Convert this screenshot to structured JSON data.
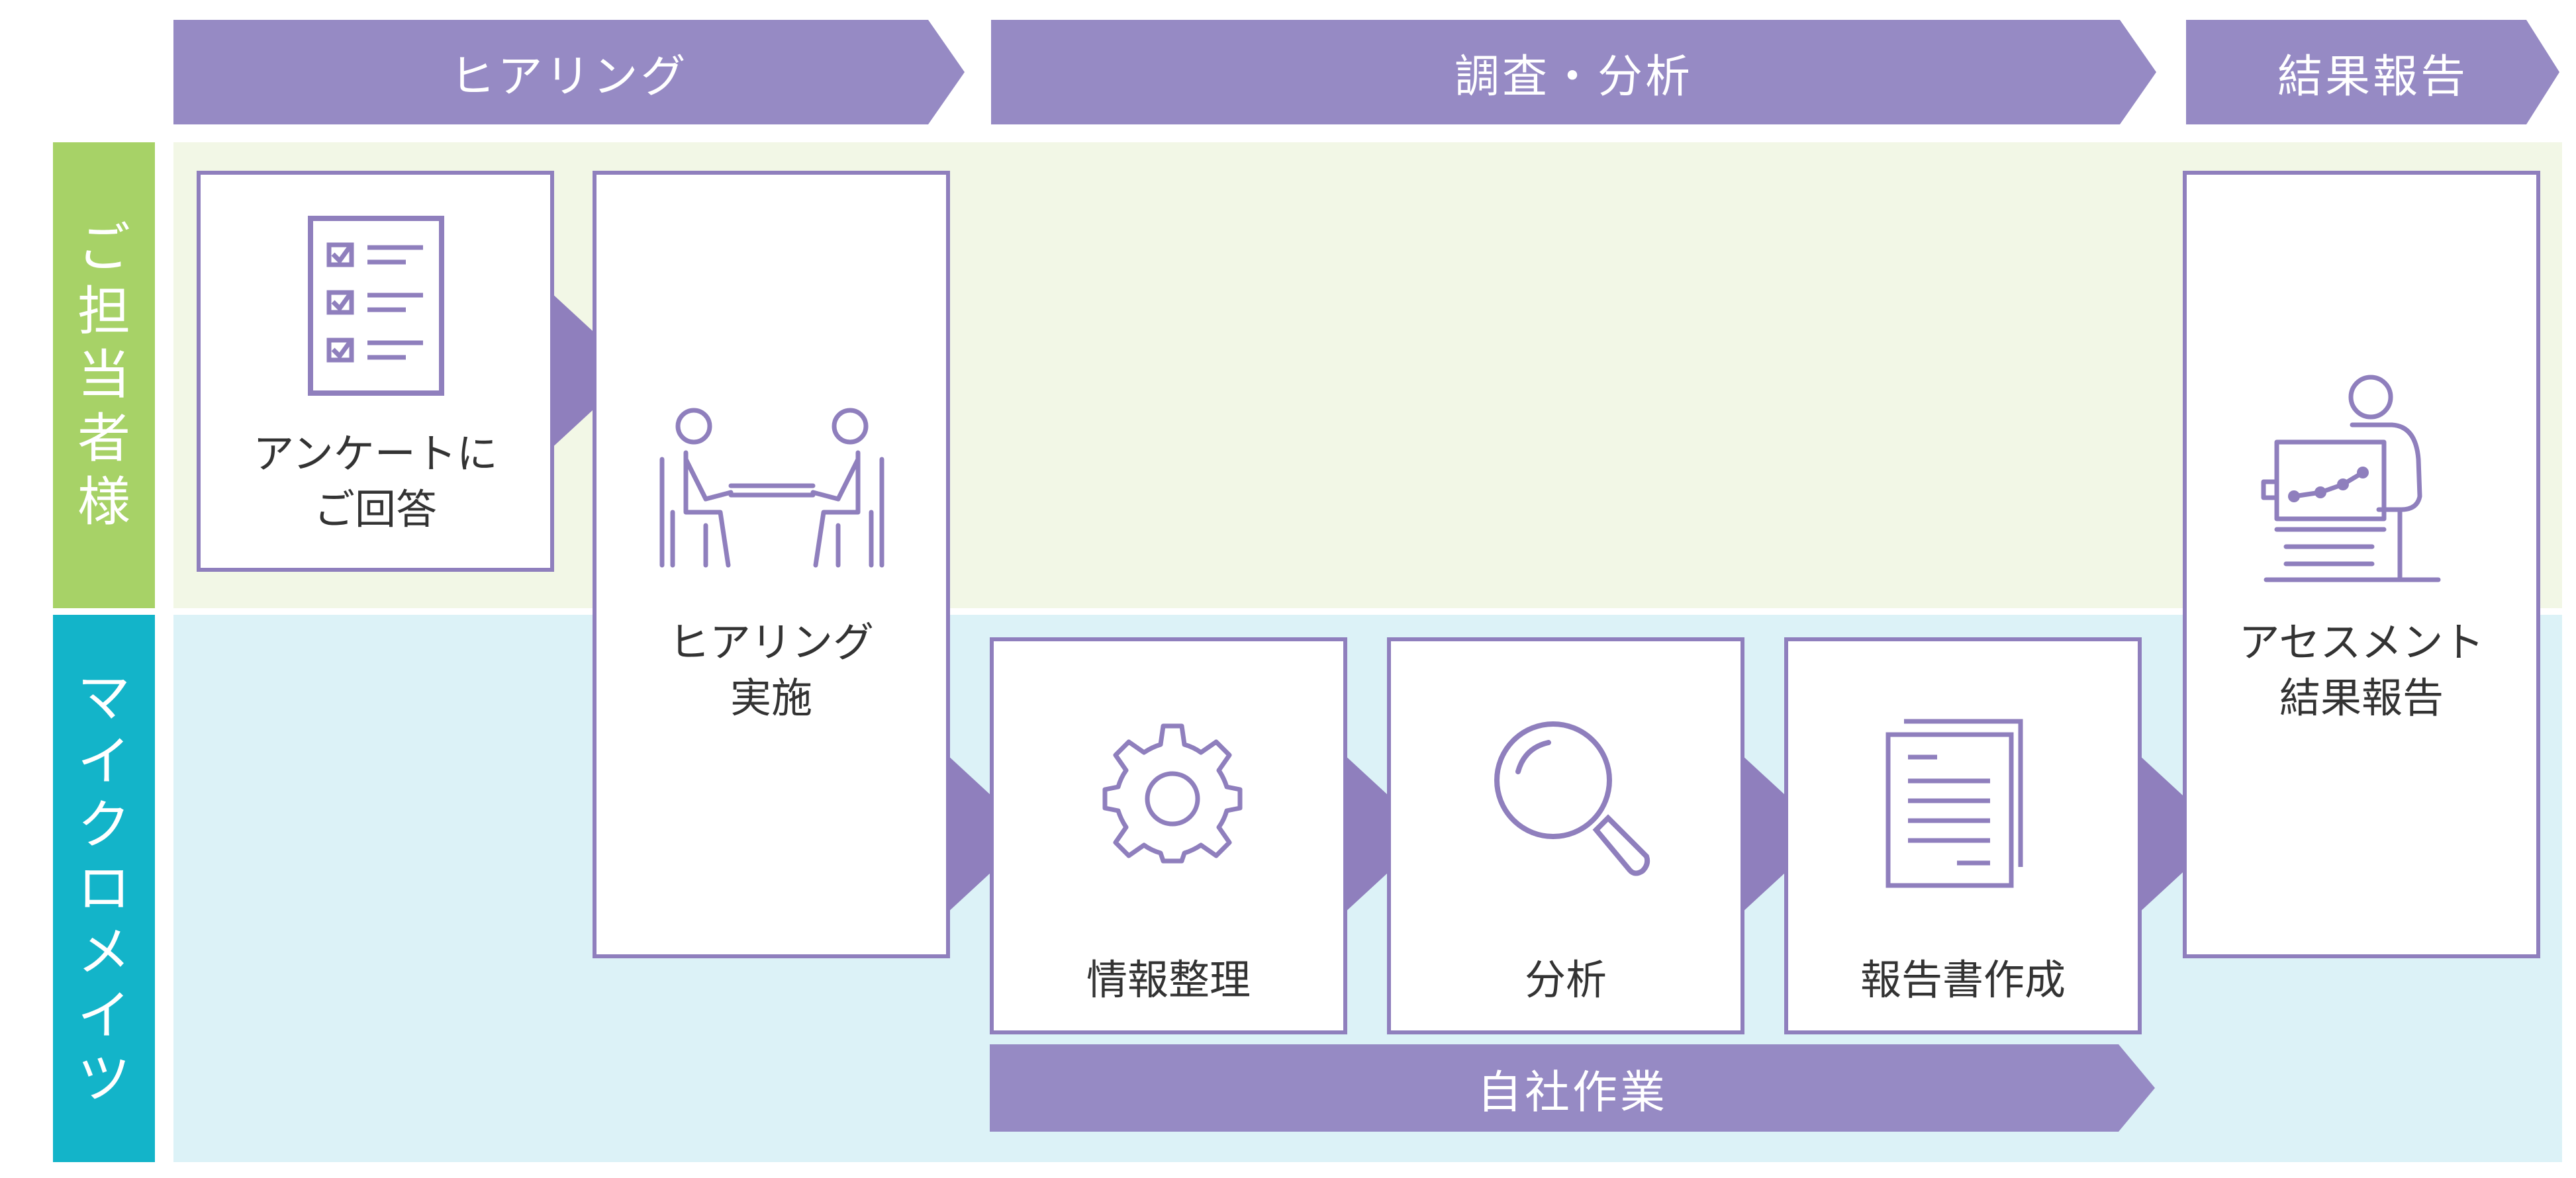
{
  "phases": {
    "hearing": "ヒアリング",
    "research": "調査・分析",
    "report": "結果報告"
  },
  "lanes": {
    "client": [
      "ご",
      "担",
      "当",
      "者",
      "様"
    ],
    "company": [
      "マ",
      "イ",
      "ク",
      "ロ",
      "メ",
      "イ",
      "ツ"
    ]
  },
  "steps": {
    "survey": [
      "アンケートに",
      "ご回答"
    ],
    "hearing": [
      "ヒアリング",
      "実施"
    ],
    "organize": [
      "情報整理"
    ],
    "analysis": [
      "分析"
    ],
    "writing": [
      "報告書作成"
    ],
    "assessment": [
      "アセスメント",
      "結果報告"
    ]
  },
  "internal_work": "自社作業",
  "colors": {
    "purple": "#8f7fbd",
    "phase": "#968ac4",
    "client_lane": "#a7d267",
    "client_bg": "#f2f7e6",
    "company_lane": "#13b4c9",
    "company_bg": "#dcf2f7"
  },
  "icons": {
    "survey": "checklist-icon",
    "hearing": "meeting-icon",
    "organize": "gear-icon",
    "analysis": "magnifier-icon",
    "writing": "document-icon",
    "assessment": "presentation-icon"
  }
}
